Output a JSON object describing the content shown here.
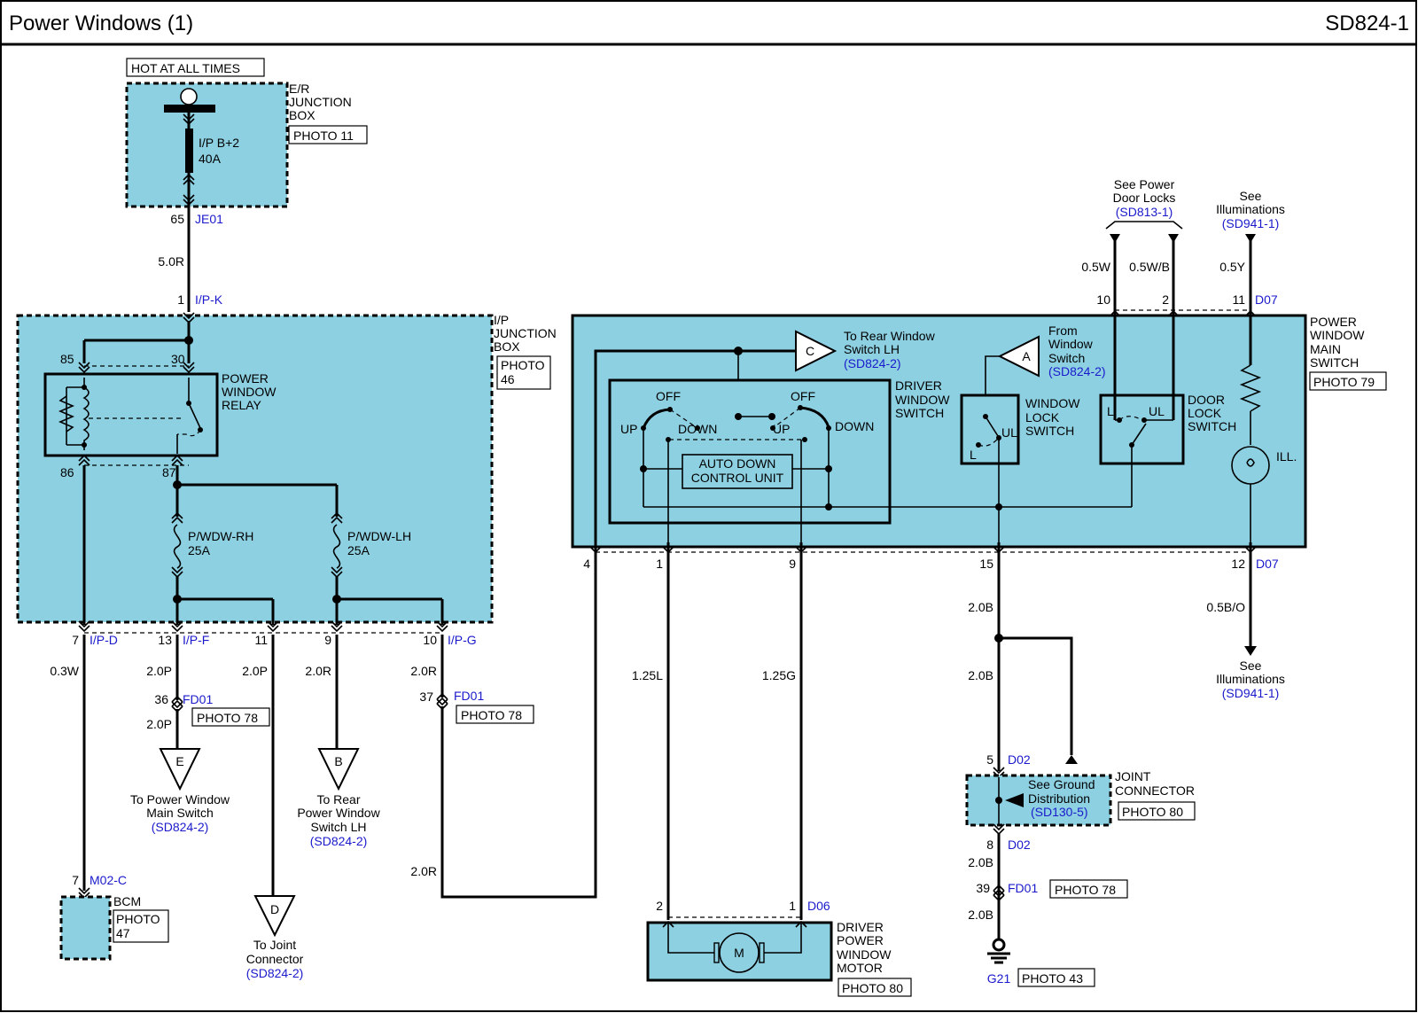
{
  "header": {
    "title": "Power Windows (1)",
    "code": "SD824-1"
  },
  "er_box": {
    "hot": "HOT AT ALL TIMES",
    "name": [
      "E/R",
      "JUNCTION",
      "BOX"
    ],
    "photo": "PHOTO 11",
    "fuse": [
      "I/P B+2",
      "40A"
    ],
    "pin": "65",
    "conn": "JE01"
  },
  "wire_top": {
    "color": "5.0R",
    "pin": "1",
    "conn": "I/P-K"
  },
  "ip_box": {
    "name": [
      "I/P",
      "JUNCTION",
      "BOX"
    ],
    "photo": [
      "PHOTO",
      "46"
    ],
    "relay": [
      "POWER",
      "WINDOW",
      "RELAY"
    ],
    "relay_pins": [
      "85",
      "30",
      "86",
      "87"
    ],
    "fuse_rh": [
      "P/WDW-RH",
      "25A"
    ],
    "fuse_lh": [
      "P/WDW-LH",
      "25A"
    ]
  },
  "ip_out": [
    {
      "pin": "7",
      "conn": "I/P-D",
      "wire": "0.3W"
    },
    {
      "pin": "13",
      "conn": "I/P-F",
      "wire": "2.0P"
    },
    {
      "pin": "11",
      "conn": "",
      "wire": "2.0P"
    },
    {
      "pin": "9",
      "conn": "",
      "wire": "2.0R"
    },
    {
      "pin": "10",
      "conn": "I/P-G",
      "wire": "2.0R"
    }
  ],
  "fd01_left": {
    "pin": "36",
    "conn": "FD01",
    "photo": "PHOTO 78",
    "wire": "2.0P"
  },
  "fd01_mid": {
    "pin": "37",
    "conn": "FD01",
    "photo": "PHOTO 78",
    "wire": "2.0R"
  },
  "ref_e": {
    "letter": "E",
    "text": [
      "To Power Window",
      "Main Switch"
    ],
    "ref": "(SD824-2)"
  },
  "ref_b": {
    "letter": "B",
    "text": [
      "To Rear",
      "Power Window",
      "Switch LH"
    ],
    "ref": "(SD824-2)"
  },
  "ref_d": {
    "letter": "D",
    "text": [
      "To Joint",
      "Connector"
    ],
    "ref": "(SD824-2)"
  },
  "bcm": {
    "pin": "7",
    "conn": "M02-C",
    "name": "BCM",
    "photo": [
      "PHOTO",
      "47"
    ]
  },
  "main_switch": {
    "name": [
      "POWER",
      "WINDOW",
      "MAIN",
      "SWITCH"
    ],
    "photo": "PHOTO 79",
    "ref_c": {
      "letter": "C",
      "text": [
        "To Rear Window",
        "Switch LH"
      ],
      "ref": "(SD824-2)"
    },
    "ref_a": {
      "letter": "A",
      "text": [
        "From",
        "Window",
        "Switch"
      ],
      "ref": "(SD824-2)"
    },
    "driver_sw": [
      "DRIVER",
      "WINDOW",
      "SWITCH"
    ],
    "off": "OFF",
    "up": "UP",
    "down": "DOWN",
    "auto": [
      "AUTO DOWN",
      "CONTROL UNIT"
    ],
    "lock_sw": [
      "WINDOW",
      "LOCK",
      "SWITCH"
    ],
    "door_sw": [
      "DOOR",
      "LOCK",
      "SWITCH"
    ],
    "l": "L",
    "ul": "UL",
    "ill": "ILL."
  },
  "top_refs": {
    "door_locks": {
      "text": [
        "See Power",
        "Door Locks"
      ],
      "ref": "(SD813-1)"
    },
    "illum": {
      "text": [
        "See",
        "Illuminations"
      ],
      "ref": "(SD941-1)"
    }
  },
  "top_pins": [
    {
      "pin": "10",
      "wire": "0.5W"
    },
    {
      "pin": "2",
      "wire": "0.5W/B"
    },
    {
      "pin": "11",
      "wire": "0.5Y"
    }
  ],
  "top_conn": "D07",
  "bottom_pins": [
    "4",
    "1",
    "9",
    "15",
    "12"
  ],
  "bottom_conn": "D07",
  "wire_125l": "1.25L",
  "wire_125g": "1.25G",
  "wire_20r_low": "2.0R",
  "illum_out": {
    "wire": "0.5B/O",
    "text": [
      "See",
      "Illuminations"
    ],
    "ref": "(SD941-1)"
  },
  "ground": {
    "w1": "2.0B",
    "w2": "2.0B",
    "joint_pin_in": "5",
    "joint_conn": "D02",
    "joint_text": [
      "See Ground",
      "Distribution"
    ],
    "joint_ref": "(SD130-5)",
    "joint_name": [
      "JOINT",
      "CONNECTOR"
    ],
    "joint_photo": "PHOTO 80",
    "joint_pin_out": "8",
    "w3": "2.0B",
    "fd_pin": "39",
    "fd_conn": "FD01",
    "fd_photo": "PHOTO 78",
    "w4": "2.0B",
    "g": "G21",
    "g_photo": "PHOTO 43"
  },
  "motor": {
    "pins": [
      "2",
      "1"
    ],
    "conn": "D06",
    "m": "M",
    "name": [
      "DRIVER",
      "POWER",
      "WINDOW",
      "MOTOR"
    ],
    "photo": "PHOTO 80"
  }
}
